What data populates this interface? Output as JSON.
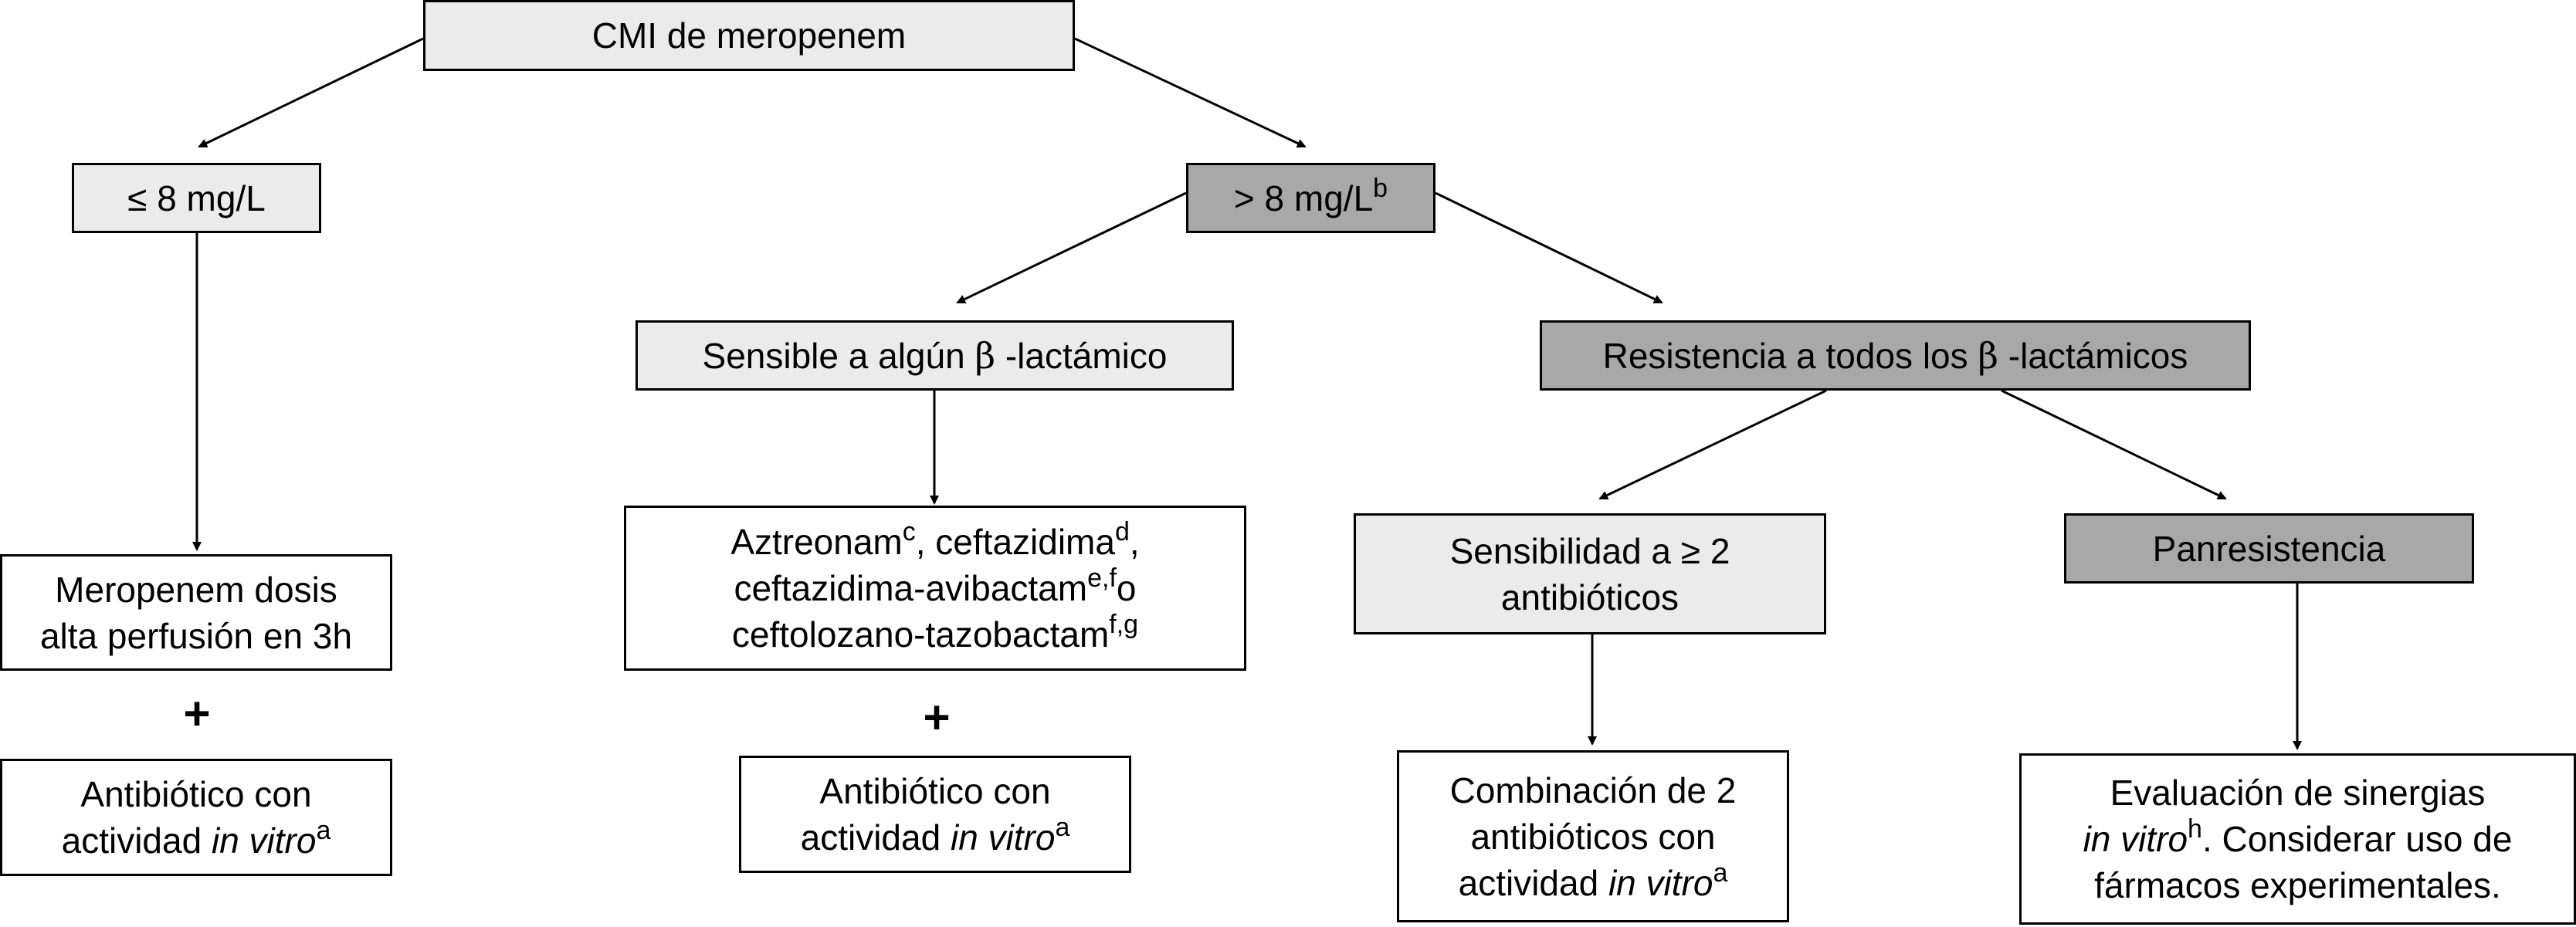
{
  "root": "CMI de meropenem",
  "left": {
    "label": "≤ 8 mg/L",
    "treatment": {
      "line1": "Meropenem dosis",
      "line2": "alta perfusión en 3h"
    },
    "plus": "+",
    "add": {
      "line1": "Antibiótico con",
      "line2_pre": "actividad ",
      "line2_em": "in vitro",
      "sup": "a"
    }
  },
  "right": {
    "label": "> 8 mg/L",
    "label_sup": "b",
    "sensible": {
      "pre": "Sensible a algún ",
      "beta": "β",
      "post": " -lactámico",
      "drugs": {
        "d1": "Aztreonam",
        "d1_sup": "c",
        "d2": ", ceftazidima",
        "d2_sup": "d",
        "d2_tail": ",",
        "d3": "ceftazidima-avibactam",
        "d3_sup": "e,f",
        "d3_tail": "o",
        "d4": "ceftolozano-tazobactam",
        "d4_sup": "f,g"
      },
      "plus": "+",
      "add": {
        "line1": "Antibiótico con",
        "line2_pre": "actividad ",
        "line2_em": "in vitro",
        "sup": "a"
      }
    },
    "resistencia": {
      "pre": "Resistencia a todos los ",
      "beta": "β",
      "post": " -lactámicos",
      "sens2": {
        "line1": "Sensibilidad a ≥ 2",
        "line2": "antibióticos"
      },
      "combo": {
        "line1": "Combinación de 2",
        "line2": "antibióticos con",
        "line3_pre": "actividad ",
        "line3_em": "in vitro",
        "sup": "a"
      },
      "pan": "Panresistencia",
      "eval": {
        "line1": "Evaluación de sinergias",
        "line2_em": "in vitro",
        "line2_sup": "h",
        "line2_post": ". Considerar uso de",
        "line3": "fármacos experimentales."
      }
    }
  },
  "colors": {
    "light_fill": "#ebebeb",
    "dark_fill": "#a8a8a8",
    "line": "#000000"
  }
}
